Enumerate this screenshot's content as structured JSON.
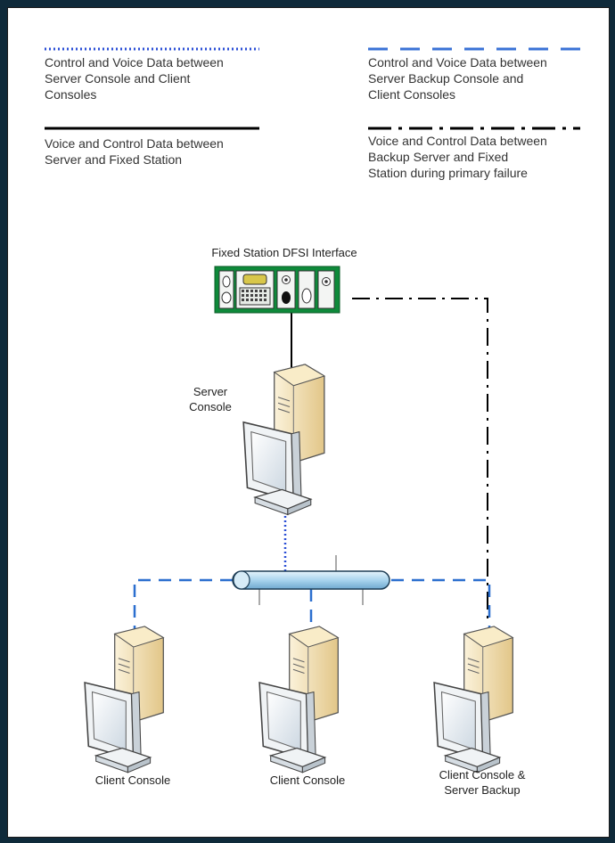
{
  "legend": [
    {
      "style": "dotted",
      "color": "#2b4fd6",
      "text": "Control and Voice Data between\nServer Console and Client\nConsoles"
    },
    {
      "style": "dashed",
      "color": "#3a72d6",
      "text": "Control and Voice Data between\nServer Backup Console and\nClient Consoles"
    },
    {
      "style": "solid",
      "color": "#000000",
      "text": "Voice and Control Data between\nServer and Fixed Station"
    },
    {
      "style": "dash-dot",
      "color": "#000000",
      "text": "Voice and Control Data between\nBackup Server and Fixed\nStation during primary failure"
    }
  ],
  "nodes": {
    "fixed_station": "Fixed Station DFSI Interface",
    "server_console": "Server\nConsole",
    "client_console_1": "Client Console",
    "client_console_2": "Client Console",
    "client_console_3": "Client Console &\nServer Backup"
  },
  "colors": {
    "station_green": "#0e8a3a",
    "hub_fill": "#bfe0f2",
    "tower_fill": "#f2deb0",
    "monitor_fill": "#e9eef2"
  }
}
